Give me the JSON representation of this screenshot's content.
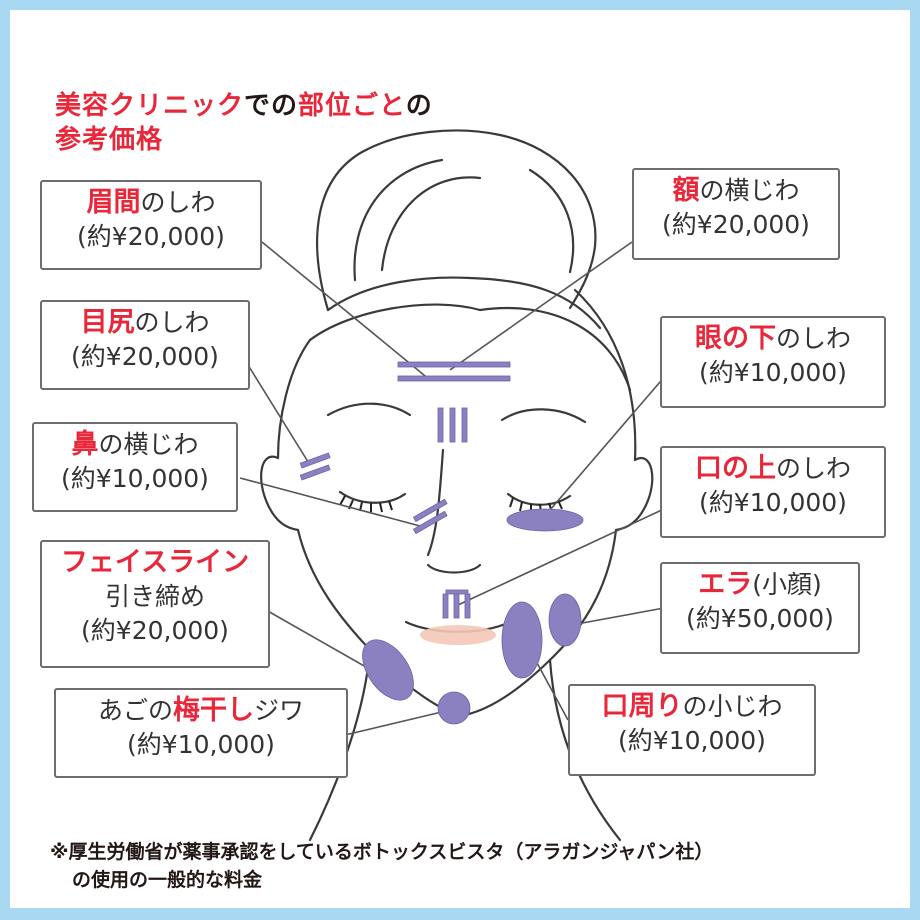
{
  "title": {
    "line1": {
      "red1": "美容クリニック",
      "dark1": "での",
      "red2": "部位ごと",
      "dark2": "の"
    },
    "line2": "参考価格"
  },
  "labels": {
    "glabella": {
      "hl": "眉間",
      "rest": "のしわ",
      "price": "(約¥20,000)"
    },
    "crowsfeet": {
      "hl": "目尻",
      "rest": "のしわ",
      "price": "(約¥20,000)"
    },
    "nose": {
      "hl": "鼻",
      "rest": "の横じわ",
      "price": "(約¥10,000)"
    },
    "faceline": {
      "hl": "フェイスライン",
      "line2": "引き締め",
      "price": "(約¥20,000)"
    },
    "chin": {
      "pre": "あごの",
      "hl": "梅干し",
      "rest": "ジワ",
      "price": "(約¥10,000)"
    },
    "forehead": {
      "hl": "額",
      "rest": "の横じわ",
      "price": "(約¥20,000)"
    },
    "undereye": {
      "hl": "眼の下",
      "rest": "のしわ",
      "price": "(約¥10,000)"
    },
    "upperlip": {
      "hl": "口の上",
      "rest": "のしわ",
      "price": "(約¥10,000)"
    },
    "masseter": {
      "hl": "エラ",
      "rest": "(小顔)",
      "price": "(約¥50,000)"
    },
    "mouth": {
      "hl": "口周り",
      "rest": "の小じわ",
      "price": "(約¥10,000)"
    }
  },
  "footnote": {
    "line1": "※厚生労働省が薬事承認をしているボトックスビスタ（アラガンジャパン社）",
    "line2": "の使用の一般的な料金"
  },
  "colors": {
    "accent_red": "#e8283a",
    "marker_purple": "#8b80c0",
    "frame_blue": "#a9d9f2"
  }
}
